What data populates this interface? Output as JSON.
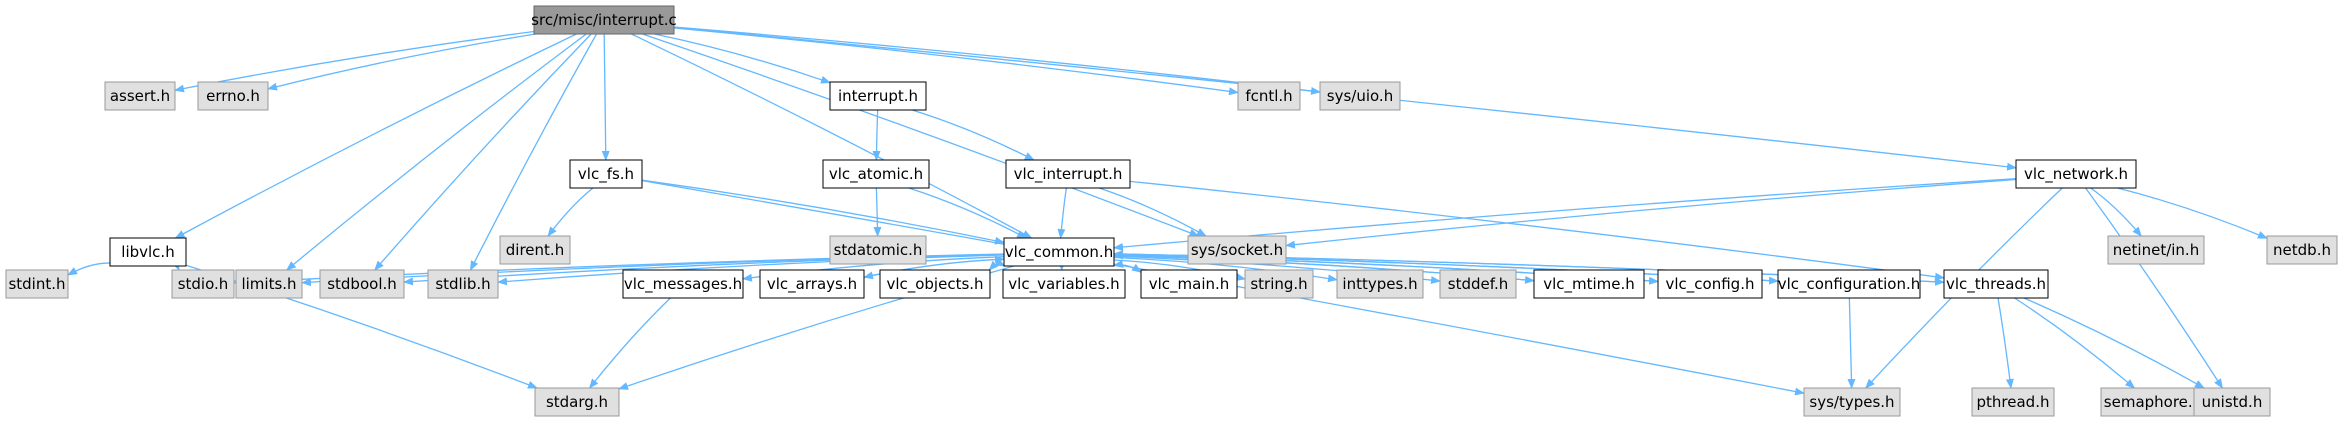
{
  "diagram": {
    "title": "src/misc/interrupt.c",
    "colors": {
      "root_fill": "#999999",
      "root_stroke": "#666666",
      "doc_fill": "#ffffff",
      "doc_stroke": "#000000",
      "ext_fill": "#e0e0e0",
      "ext_stroke": "#999999",
      "edge": "#63b8ff"
    },
    "nodes": [
      {
        "id": "root",
        "label": "src/misc/interrupt.c",
        "kind": "root"
      },
      {
        "id": "assert_h",
        "label": "assert.h",
        "kind": "external"
      },
      {
        "id": "errno_h",
        "label": "errno.h",
        "kind": "external"
      },
      {
        "id": "interrupt_h",
        "label": "interrupt.h",
        "kind": "documented"
      },
      {
        "id": "fcntl_h",
        "label": "fcntl.h",
        "kind": "external"
      },
      {
        "id": "sys_uio_h",
        "label": "sys/uio.h",
        "kind": "external"
      },
      {
        "id": "vlc_fs_h",
        "label": "vlc_fs.h",
        "kind": "documented"
      },
      {
        "id": "vlc_atomic_h",
        "label": "vlc_atomic.h",
        "kind": "documented"
      },
      {
        "id": "vlc_interrupt_h",
        "label": "vlc_interrupt.h",
        "kind": "documented"
      },
      {
        "id": "vlc_network_h",
        "label": "vlc_network.h",
        "kind": "documented"
      },
      {
        "id": "libvlc_h",
        "label": "libvlc.h",
        "kind": "documented"
      },
      {
        "id": "dirent_h",
        "label": "dirent.h",
        "kind": "external"
      },
      {
        "id": "stdatomic_h",
        "label": "stdatomic.h",
        "kind": "external"
      },
      {
        "id": "vlc_common_h",
        "label": "vlc_common.h",
        "kind": "documented"
      },
      {
        "id": "sys_socket_h",
        "label": "sys/socket.h",
        "kind": "external"
      },
      {
        "id": "netinet_in_h",
        "label": "netinet/in.h",
        "kind": "external"
      },
      {
        "id": "netdb_h",
        "label": "netdb.h",
        "kind": "external"
      },
      {
        "id": "stdint_h",
        "label": "stdint.h",
        "kind": "external"
      },
      {
        "id": "stdio_h",
        "label": "stdio.h",
        "kind": "external"
      },
      {
        "id": "limits_h",
        "label": "limits.h",
        "kind": "external"
      },
      {
        "id": "stdbool_h",
        "label": "stdbool.h",
        "kind": "external"
      },
      {
        "id": "stdlib_h",
        "label": "stdlib.h",
        "kind": "external"
      },
      {
        "id": "vlc_messages_h",
        "label": "vlc_messages.h",
        "kind": "documented"
      },
      {
        "id": "vlc_arrays_h",
        "label": "vlc_arrays.h",
        "kind": "documented"
      },
      {
        "id": "vlc_objects_h",
        "label": "vlc_objects.h",
        "kind": "documented"
      },
      {
        "id": "vlc_variables_h",
        "label": "vlc_variables.h",
        "kind": "documented"
      },
      {
        "id": "vlc_main_h",
        "label": "vlc_main.h",
        "kind": "documented"
      },
      {
        "id": "string_h",
        "label": "string.h",
        "kind": "external"
      },
      {
        "id": "inttypes_h",
        "label": "inttypes.h",
        "kind": "external"
      },
      {
        "id": "stddef_h",
        "label": "stddef.h",
        "kind": "external"
      },
      {
        "id": "vlc_mtime_h",
        "label": "vlc_mtime.h",
        "kind": "documented"
      },
      {
        "id": "vlc_config_h",
        "label": "vlc_config.h",
        "kind": "documented"
      },
      {
        "id": "vlc_configuration_h",
        "label": "vlc_configuration.h",
        "kind": "documented"
      },
      {
        "id": "vlc_threads_h",
        "label": "vlc_threads.h",
        "kind": "documented"
      },
      {
        "id": "stdarg_h",
        "label": "stdarg.h",
        "kind": "external"
      },
      {
        "id": "sys_types_h",
        "label": "sys/types.h",
        "kind": "external"
      },
      {
        "id": "pthread_h",
        "label": "pthread.h",
        "kind": "external"
      },
      {
        "id": "semaphore_h",
        "label": "semaphore.h",
        "kind": "external"
      },
      {
        "id": "unistd_h",
        "label": "unistd.h",
        "kind": "external"
      }
    ],
    "edges": [
      [
        "root",
        "assert_h"
      ],
      [
        "root",
        "errno_h"
      ],
      [
        "root",
        "interrupt_h"
      ],
      [
        "root",
        "fcntl_h"
      ],
      [
        "root",
        "sys_uio_h"
      ],
      [
        "root",
        "vlc_fs_h"
      ],
      [
        "root",
        "libvlc_h"
      ],
      [
        "root",
        "limits_h"
      ],
      [
        "root",
        "stdbool_h"
      ],
      [
        "root",
        "stdlib_h"
      ],
      [
        "root",
        "vlc_common_h"
      ],
      [
        "root",
        "sys_socket_h"
      ],
      [
        "root",
        "vlc_network_h"
      ],
      [
        "interrupt_h",
        "vlc_atomic_h"
      ],
      [
        "interrupt_h",
        "vlc_interrupt_h"
      ],
      [
        "vlc_atomic_h",
        "stdatomic_h"
      ],
      [
        "vlc_atomic_h",
        "vlc_common_h"
      ],
      [
        "vlc_interrupt_h",
        "vlc_common_h"
      ],
      [
        "vlc_interrupt_h",
        "sys_socket_h"
      ],
      [
        "vlc_interrupt_h",
        "vlc_threads_h"
      ],
      [
        "vlc_fs_h",
        "dirent_h"
      ],
      [
        "vlc_fs_h",
        "vlc_common_h"
      ],
      [
        "vlc_fs_h",
        "sys_types_h"
      ],
      [
        "vlc_network_h",
        "vlc_common_h"
      ],
      [
        "vlc_network_h",
        "sys_socket_h"
      ],
      [
        "vlc_network_h",
        "netinet_in_h"
      ],
      [
        "vlc_network_h",
        "netdb_h"
      ],
      [
        "vlc_network_h",
        "sys_types_h"
      ],
      [
        "vlc_network_h",
        "unistd_h"
      ],
      [
        "libvlc_h",
        "stdint_h"
      ],
      [
        "libvlc_h",
        "stdio_h"
      ],
      [
        "libvlc_h",
        "stdarg_h"
      ],
      [
        "vlc_common_h",
        "stdio_h"
      ],
      [
        "vlc_common_h",
        "limits_h"
      ],
      [
        "vlc_common_h",
        "stdbool_h"
      ],
      [
        "vlc_common_h",
        "stdlib_h"
      ],
      [
        "vlc_common_h",
        "stdarg_h"
      ],
      [
        "vlc_common_h",
        "vlc_messages_h"
      ],
      [
        "vlc_common_h",
        "vlc_arrays_h"
      ],
      [
        "vlc_common_h",
        "vlc_objects_h"
      ],
      [
        "vlc_common_h",
        "vlc_variables_h"
      ],
      [
        "vlc_common_h",
        "vlc_main_h"
      ],
      [
        "vlc_common_h",
        "string_h"
      ],
      [
        "vlc_common_h",
        "inttypes_h"
      ],
      [
        "vlc_common_h",
        "stddef_h"
      ],
      [
        "vlc_common_h",
        "vlc_mtime_h"
      ],
      [
        "vlc_common_h",
        "vlc_config_h"
      ],
      [
        "vlc_common_h",
        "vlc_configuration_h"
      ],
      [
        "vlc_common_h",
        "vlc_threads_h"
      ],
      [
        "vlc_messages_h",
        "stdarg_h"
      ],
      [
        "vlc_arrays_h",
        "vlc_common_h"
      ],
      [
        "vlc_objects_h",
        "vlc_common_h"
      ],
      [
        "vlc_variables_h",
        "vlc_common_h"
      ],
      [
        "vlc_main_h",
        "vlc_common_h"
      ],
      [
        "vlc_mtime_h",
        "vlc_common_h"
      ],
      [
        "vlc_config_h",
        "vlc_common_h"
      ],
      [
        "vlc_configuration_h",
        "vlc_common_h"
      ],
      [
        "vlc_threads_h",
        "vlc_common_h"
      ],
      [
        "vlc_configuration_h",
        "sys_types_h"
      ],
      [
        "vlc_threads_h",
        "pthread_h"
      ],
      [
        "vlc_threads_h",
        "semaphore_h"
      ],
      [
        "vlc_threads_h",
        "unistd_h"
      ]
    ]
  }
}
